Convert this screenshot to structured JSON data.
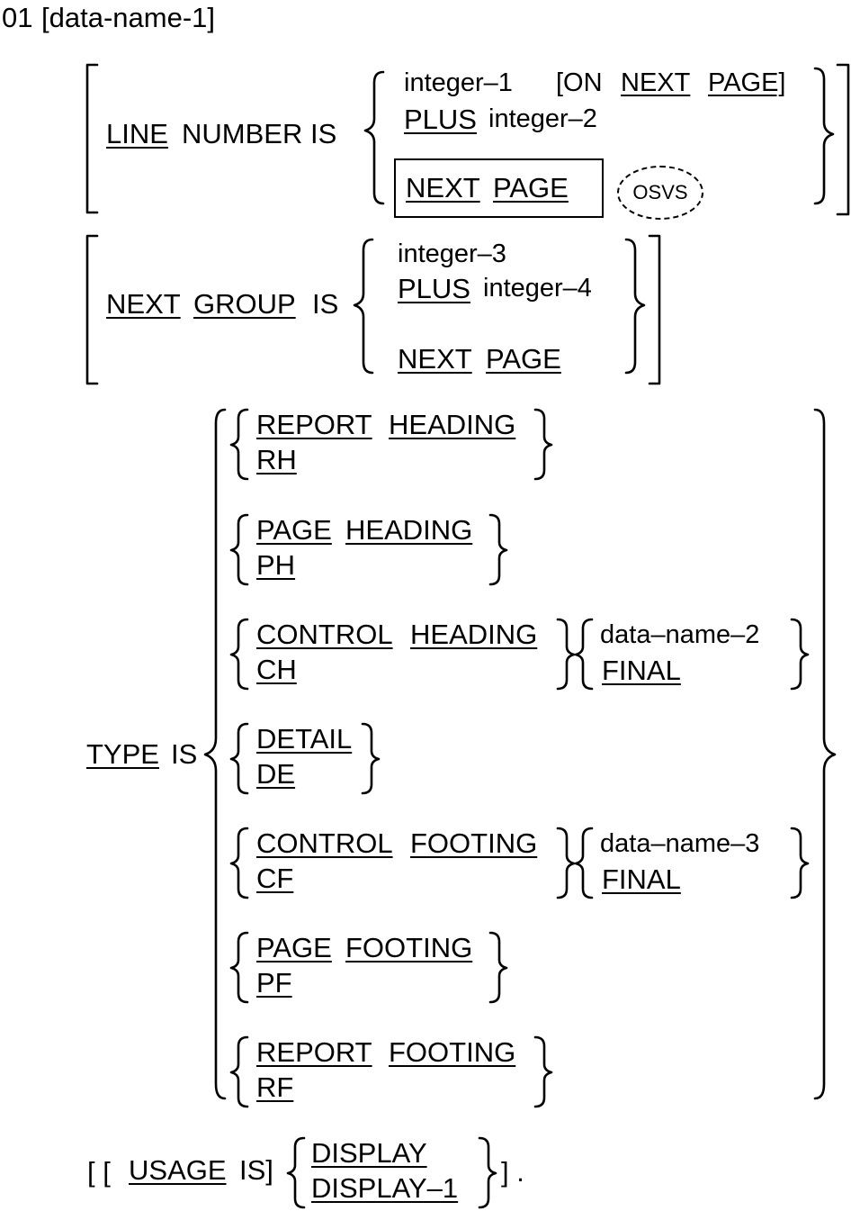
{
  "header": {
    "level": "01",
    "entry": "[data-name-1]"
  },
  "line_number": {
    "line": "LINE",
    "number_is": "NUMBER IS",
    "integer1": "integer–1",
    "on_open": "[ON",
    "next": "NEXT",
    "page_close": "PAGE]",
    "plus": "PLUS",
    "integer2": "integer–2",
    "box_next": "NEXT",
    "box_page": "PAGE",
    "osvs": "OSVS"
  },
  "next_group": {
    "next": "NEXT",
    "group": "GROUP",
    "is": "IS",
    "integer3": "integer–3",
    "plus": "PLUS",
    "integer4": "integer–4",
    "next_page_next": "NEXT",
    "next_page_page": "PAGE"
  },
  "type": {
    "type_kw": "TYPE",
    "is": "IS",
    "report_heading": [
      "REPORT",
      "HEADING"
    ],
    "rh": "RH",
    "page_heading": [
      "PAGE",
      "HEADING"
    ],
    "ph": "PH",
    "control_heading": [
      "CONTROL",
      "HEADING"
    ],
    "ch": "CH",
    "data_name_2": "data–name–2",
    "final_1": "FINAL",
    "detail": "DETAIL",
    "de": "DE",
    "control_footing": [
      "CONTROL",
      "FOOTING"
    ],
    "cf": "CF",
    "data_name_3": "data–name–3",
    "final_2": "FINAL",
    "page_footing": [
      "PAGE",
      "FOOTING"
    ],
    "pf": "PF",
    "report_footing": [
      "REPORT",
      "FOOTING"
    ],
    "rf": "RF"
  },
  "usage": {
    "open": "[ [",
    "usage": "USAGE",
    "is_close": "IS]",
    "display": "DISPLAY",
    "display1": "DISPLAY–1",
    "close": "] ."
  }
}
